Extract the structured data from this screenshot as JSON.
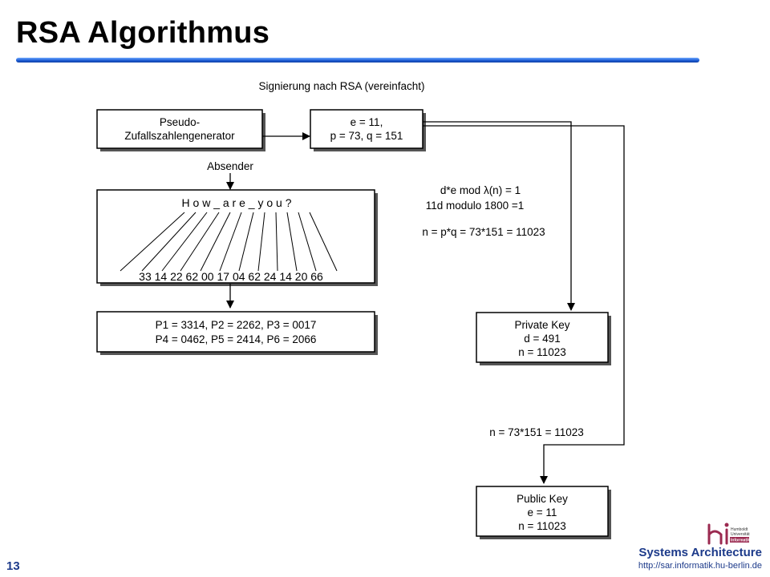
{
  "slide": {
    "title": "RSA Algorithmus",
    "page_number": "13",
    "footer_title": "Systems Architecture",
    "footer_url": "http://sar.informatik.hu-berlin.de",
    "accent_color": "#1f5fd6",
    "logo": {
      "name": "hu-informatik-logo",
      "lines": [
        "Humboldt",
        "Universität",
        "Informatik"
      ]
    }
  },
  "diagram": {
    "title": "Signierung nach RSA (vereinfacht)",
    "generator_box": [
      "Pseudo-",
      "Zufallszahlengenerator"
    ],
    "params_box": [
      "e  = 11,",
      "p = 73,  q = 151"
    ],
    "sender_label": "Absender",
    "message": "H o w _ a r e _ y o u ?",
    "encoded": "33 14 22 62 00 17 04 62 24 14 20 66",
    "blocks_box": [
      "P1 = 3314,  P2 = 2262,  P3 = 0017",
      "P4 = 0462,  P5 = 2414,  P6 = 2066"
    ],
    "equations": [
      "d*e mod λ(n) = 1",
      "11d modulo 1800 =1",
      "n = p*q = 73*151 = 11023"
    ],
    "private_key_box": [
      "Private Key",
      "d = 491",
      "n = 11023"
    ],
    "public_label": "n = 73*151 = 11023",
    "public_key_box": [
      "Public Key",
      "e = 11",
      "n = 11023"
    ]
  }
}
